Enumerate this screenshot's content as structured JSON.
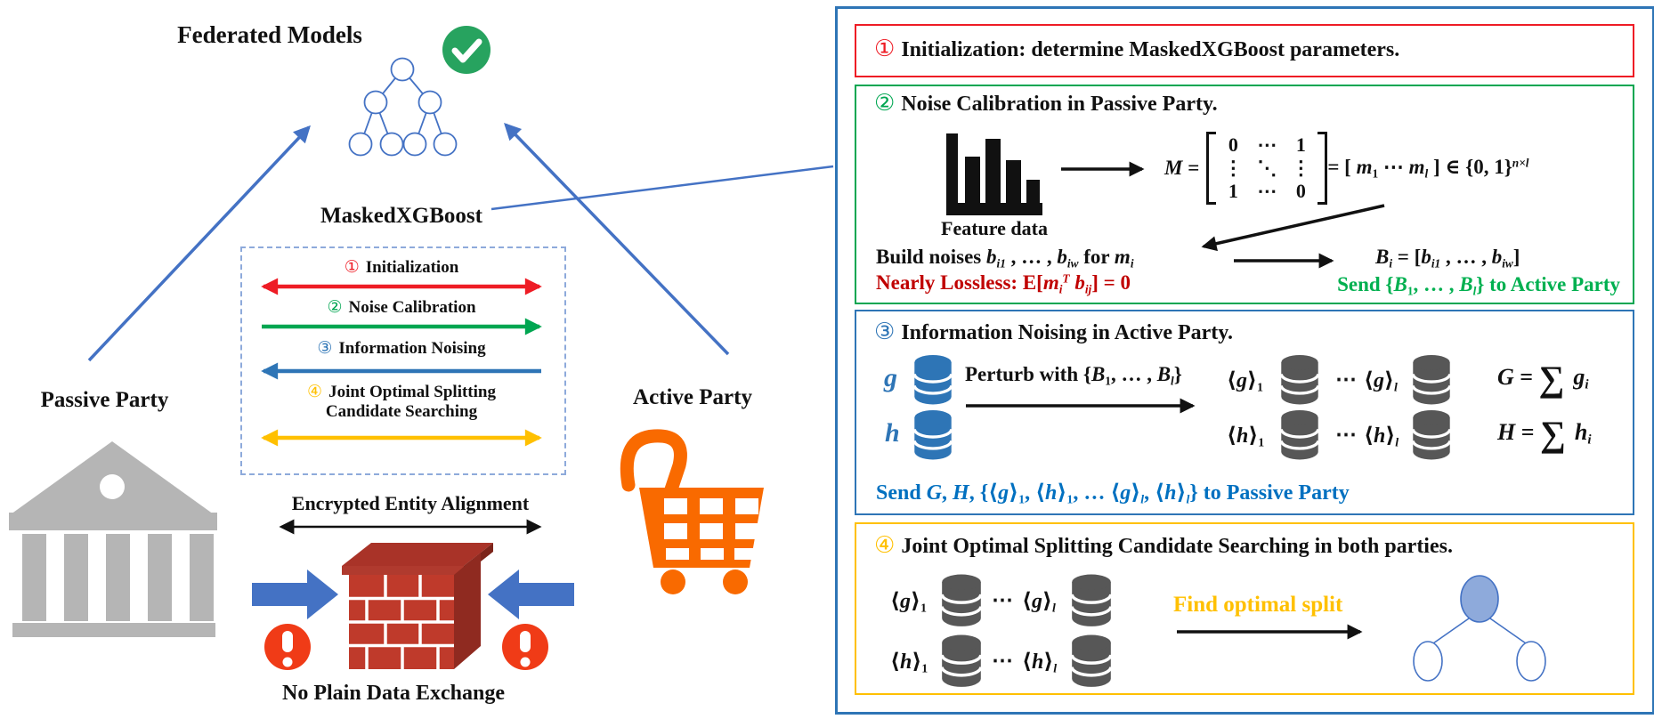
{
  "colors": {
    "red": "#ee1c25",
    "green_border": "#00a651",
    "green_text": "#00b050",
    "blue": "#2e75b6",
    "blue_text": "#0070c0",
    "gold": "#ffc000",
    "royal": "#4472c4",
    "orange": "#f96a00",
    "bank_gray": "#b5b5b5",
    "db_gray": "#575757",
    "brick": "#bf3a2b",
    "warn": "#f03b17",
    "dark_red_text": "#c00000"
  },
  "left": {
    "title": "Federated Models",
    "check_icon": "check-circle",
    "protocol": {
      "title": "MaskedXGBoost",
      "steps": [
        {
          "num": "①",
          "label": "Initialization",
          "color": "#ee1c25",
          "arrow": "both"
        },
        {
          "num": "②",
          "label": "Noise Calibration",
          "color": "#00a651",
          "arrow": "right"
        },
        {
          "num": "③",
          "label": "Information Noising",
          "color": "#2e75b6",
          "arrow": "left"
        },
        {
          "num": "④",
          "label": "Joint Optimal Splitting",
          "label2": "Candidate Searching",
          "color": "#ffc000",
          "arrow": "both"
        }
      ]
    },
    "passive": "Passive Party",
    "active": "Active Party",
    "alignment": "Encrypted Entity Alignment",
    "no_plain": "No Plain Data Exchange"
  },
  "shares": {
    "dots": "⋯",
    "g1": [
      {
        "t": "⟨",
        "c": ""
      },
      {
        "t": "g",
        "c": "it"
      },
      {
        "t": "⟩",
        "c": ""
      },
      {
        "t": "1",
        "c": "sub"
      }
    ],
    "gl": [
      {
        "t": "⟨",
        "c": ""
      },
      {
        "t": "g",
        "c": "it"
      },
      {
        "t": "⟩",
        "c": ""
      },
      {
        "t": "l",
        "c": "sub it"
      }
    ],
    "h1": [
      {
        "t": "⟨",
        "c": ""
      },
      {
        "t": "h",
        "c": "it"
      },
      {
        "t": "⟩",
        "c": ""
      },
      {
        "t": "1",
        "c": "sub"
      }
    ],
    "hl": [
      {
        "t": "⟨",
        "c": ""
      },
      {
        "t": "h",
        "c": "it"
      },
      {
        "t": "⟩",
        "c": ""
      },
      {
        "t": "l",
        "c": "sub it"
      }
    ]
  },
  "panel": {
    "s1": {
      "num": "①",
      "text": "Initialization: determine MaskedXGBoost parameters."
    },
    "s2": {
      "num": "②",
      "title": "Noise Calibration in Passive Party.",
      "feature": "Feature data",
      "m_lhs": [
        {
          "t": "M ",
          "c": "it"
        },
        {
          "t": "=",
          "c": ""
        }
      ],
      "matrix": [
        "0",
        "⋯",
        "1",
        "⋮",
        "⋱",
        "⋮",
        "1",
        "⋯",
        "0"
      ],
      "m_rhs": [
        {
          "t": " = [ ",
          "c": ""
        },
        {
          "t": "m",
          "c": "it"
        },
        {
          "t": "1",
          "c": "sub"
        },
        {
          "t": " ⋯ ",
          "c": ""
        },
        {
          "t": "m",
          "c": "it"
        },
        {
          "t": "l",
          "c": "sub it"
        },
        {
          "t": " ] ∈ {0, 1}",
          "c": ""
        },
        {
          "t": "n×l",
          "c": "sup it"
        }
      ],
      "build": [
        {
          "t": "Build noises ",
          "c": ""
        },
        {
          "t": "b",
          "c": "it"
        },
        {
          "t": "i1",
          "c": "sub it"
        },
        {
          "t": " , … , ",
          "c": ""
        },
        {
          "t": "b",
          "c": "it"
        },
        {
          "t": "iw",
          "c": "sub it"
        },
        {
          "t": " for ",
          "c": ""
        },
        {
          "t": "m",
          "c": "it"
        },
        {
          "t": "i",
          "c": "sub it"
        }
      ],
      "b_def": [
        {
          "t": "B",
          "c": "it"
        },
        {
          "t": "i",
          "c": "sub it"
        },
        {
          "t": " = [",
          "c": ""
        },
        {
          "t": "b",
          "c": "it"
        },
        {
          "t": "i1",
          "c": "sub it"
        },
        {
          "t": " , … , ",
          "c": ""
        },
        {
          "t": "b",
          "c": "it"
        },
        {
          "t": "iw",
          "c": "sub it"
        },
        {
          "t": "]",
          "c": ""
        }
      ],
      "lossless": [
        {
          "t": "Nearly Lossless: E[",
          "c": ""
        },
        {
          "t": "m",
          "c": "it"
        },
        {
          "t": "i",
          "c": "sub it"
        },
        {
          "t": "T",
          "c": "sup it"
        },
        {
          "t": " ",
          "c": ""
        },
        {
          "t": "b",
          "c": "it"
        },
        {
          "t": "ij",
          "c": "sub it"
        },
        {
          "t": "] = 0",
          "c": ""
        }
      ],
      "send": [
        {
          "t": "Send {",
          "c": ""
        },
        {
          "t": "B",
          "c": "it"
        },
        {
          "t": "1",
          "c": "sub"
        },
        {
          "t": ", … , ",
          "c": ""
        },
        {
          "t": "B",
          "c": "it"
        },
        {
          "t": "l",
          "c": "sub it"
        },
        {
          "t": "} to Active Party",
          "c": ""
        }
      ]
    },
    "s3": {
      "num": "③",
      "title": "Information Noising in Active Party.",
      "g": "g",
      "h": "h",
      "perturb": [
        {
          "t": "Perturb with {",
          "c": ""
        },
        {
          "t": "B",
          "c": "it"
        },
        {
          "t": "1",
          "c": "sub"
        },
        {
          "t": ", … , ",
          "c": ""
        },
        {
          "t": "B",
          "c": "it"
        },
        {
          "t": "l",
          "c": "sub it"
        },
        {
          "t": "}",
          "c": ""
        }
      ],
      "gsum": [
        {
          "t": "G ",
          "c": "it"
        },
        {
          "t": "= ",
          "c": ""
        },
        {
          "t": "∑ ",
          "c": "big"
        },
        {
          "t": "g",
          "c": "it"
        },
        {
          "t": "i",
          "c": "sub it"
        }
      ],
      "hsum": [
        {
          "t": "H ",
          "c": "it"
        },
        {
          "t": "= ",
          "c": ""
        },
        {
          "t": "∑ ",
          "c": "big"
        },
        {
          "t": "h",
          "c": "it"
        },
        {
          "t": "i",
          "c": "sub it"
        }
      ],
      "send": [
        {
          "t": "Send ",
          "c": ""
        },
        {
          "t": "G",
          "c": "it"
        },
        {
          "t": ", ",
          "c": ""
        },
        {
          "t": "H",
          "c": "it"
        },
        {
          "t": ", {⟨",
          "c": ""
        },
        {
          "t": "g",
          "c": "it"
        },
        {
          "t": "⟩",
          "c": ""
        },
        {
          "t": "1",
          "c": "sub"
        },
        {
          "t": ", ⟨",
          "c": ""
        },
        {
          "t": "h",
          "c": "it"
        },
        {
          "t": "⟩",
          "c": ""
        },
        {
          "t": "1",
          "c": "sub"
        },
        {
          "t": ", … ⟨",
          "c": ""
        },
        {
          "t": "g",
          "c": "it"
        },
        {
          "t": "⟩",
          "c": ""
        },
        {
          "t": "l",
          "c": "sub it"
        },
        {
          "t": ", ⟨",
          "c": ""
        },
        {
          "t": "h",
          "c": "it"
        },
        {
          "t": "⟩",
          "c": ""
        },
        {
          "t": "l",
          "c": "sub it"
        },
        {
          "t": "} to Passive Party",
          "c": ""
        }
      ]
    },
    "s4": {
      "num": "④",
      "title": "Joint Optimal Splitting Candidate Searching in both parties.",
      "find": "Find optimal split"
    }
  }
}
